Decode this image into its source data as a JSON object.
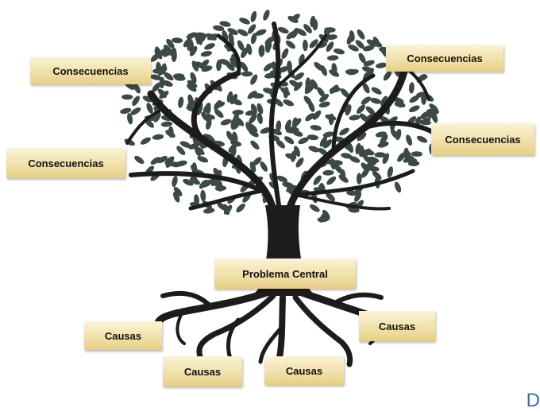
{
  "labels": {
    "consequence_top_left": "Consecuencias",
    "consequence_top_right": "Consecuencias",
    "consequence_mid_left": "Consecuencias",
    "consequence_mid_right": "Consecuencias",
    "central_problem": "Problema Central",
    "cause_left": "Causas",
    "cause_right": "Causas",
    "cause_bottom_left": "Causas",
    "cause_bottom_right": "Causas"
  },
  "corner_mark": "D",
  "colors": {
    "tree": "#1c1c1c",
    "leaf": "#3c4a44",
    "label_fill": "#f1e1a8",
    "corner_mark": "#3a6db0"
  }
}
